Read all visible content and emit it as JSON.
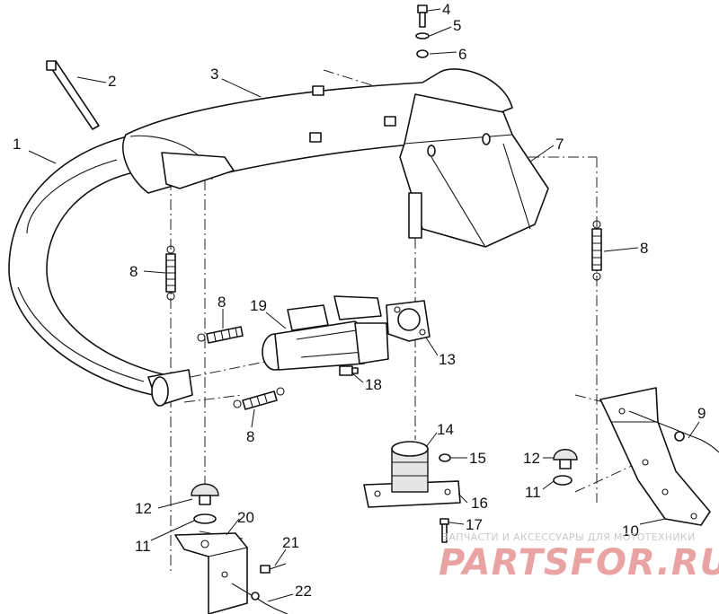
{
  "callouts": [
    {
      "id": "1",
      "label": "1"
    },
    {
      "id": "2",
      "label": "2"
    },
    {
      "id": "3",
      "label": "3"
    },
    {
      "id": "4",
      "label": "4"
    },
    {
      "id": "5",
      "label": "5"
    },
    {
      "id": "6",
      "label": "6"
    },
    {
      "id": "7",
      "label": "7"
    },
    {
      "id": "8a",
      "label": "8"
    },
    {
      "id": "8b",
      "label": "8"
    },
    {
      "id": "8c",
      "label": "8"
    },
    {
      "id": "8d",
      "label": "8"
    },
    {
      "id": "9",
      "label": "9"
    },
    {
      "id": "10",
      "label": "10"
    },
    {
      "id": "11a",
      "label": "11"
    },
    {
      "id": "11b",
      "label": "11"
    },
    {
      "id": "12a",
      "label": "12"
    },
    {
      "id": "12b",
      "label": "12"
    },
    {
      "id": "13",
      "label": "13"
    },
    {
      "id": "14",
      "label": "14"
    },
    {
      "id": "15",
      "label": "15"
    },
    {
      "id": "16",
      "label": "16"
    },
    {
      "id": "17",
      "label": "17"
    },
    {
      "id": "18",
      "label": "18"
    },
    {
      "id": "19",
      "label": "19"
    },
    {
      "id": "20",
      "label": "20"
    },
    {
      "id": "21",
      "label": "21"
    },
    {
      "id": "22",
      "label": "22"
    }
  ],
  "watermark": {
    "tagline": "ЗАПЧАСТИ И АКСЕССУАРЫ ДЛЯ МОТОТЕХНИКИ",
    "brand": "PARTSFOR.RU"
  }
}
